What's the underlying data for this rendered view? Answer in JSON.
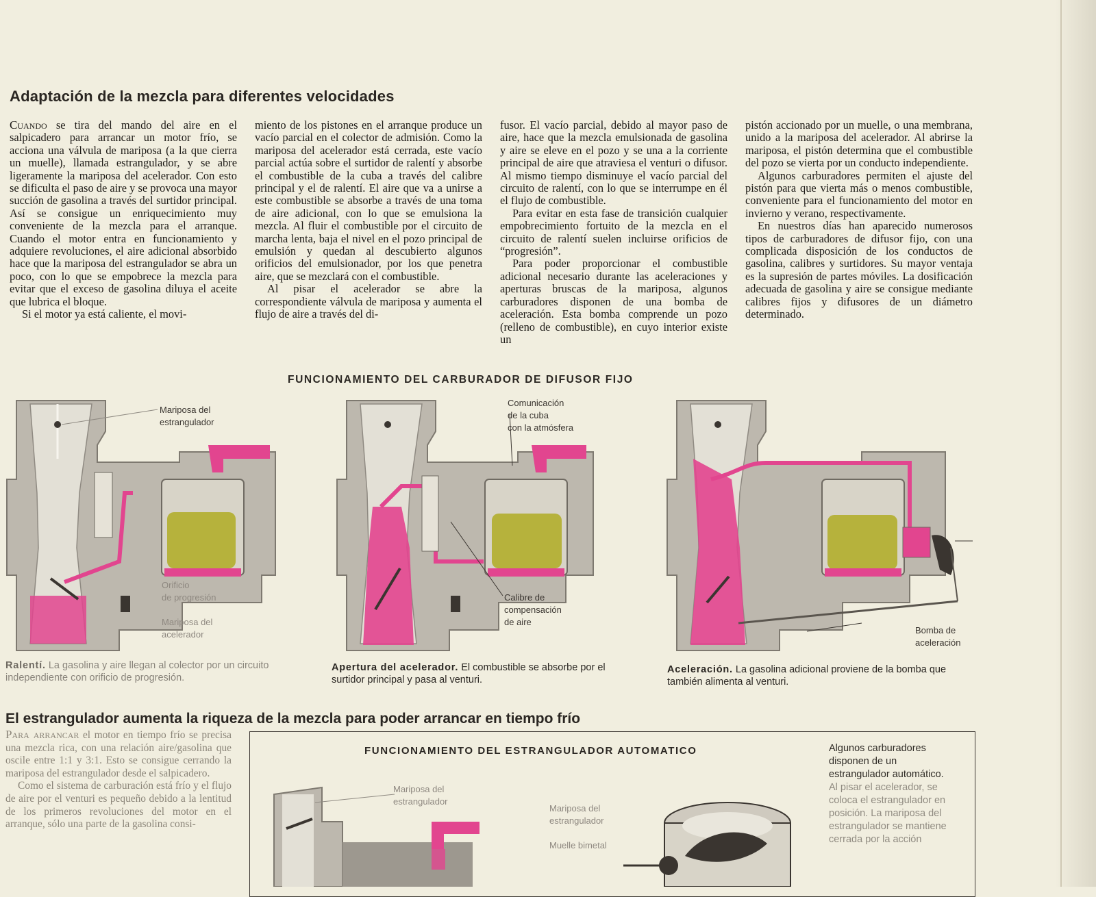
{
  "headings": {
    "main": "Adaptación de la mezcla para diferentes velocidades",
    "choke": "El estrangulador aumenta la riqueza de la mezcla para poder arrancar en tiempo frío"
  },
  "columns": {
    "col1": {
      "lead": "Cuando",
      "p1": "se tira del mando del aire en el salpicadero para arrancar un motor frío, se acciona una válvula de mariposa (a la que cierra un muelle), llamada estrangulador, y se abre ligeramente la mariposa del acelerador. Con esto se dificulta el paso de aire y se provoca una mayor succión de gasolina a través del surtidor principal. Así se consigue un enriquecimiento muy conveniente de la mezcla para el arranque. Cuando el motor entra en funcionamiento y adquiere revoluciones, el aire adicional absorbido hace que la mariposa del estrangulador se abra un poco, con lo que se empobrece la mezcla para evitar que el exceso de gasolina diluya el aceite que lubrica el bloque.",
      "p2": "Si el motor ya está caliente, el movi-"
    },
    "col2": {
      "p1": "miento de los pistones en el arranque produce un vacío parcial en el colector de admisión. Como la mariposa del acelerador está cerrada, este vacío parcial actúa sobre el surtidor de ralentí y absorbe el combustible de la cuba a través del calibre principal y el de ralentí. El aire que va a unirse a este combustible se absorbe a través de una toma de aire adicional, con lo que se emulsiona la mezcla. Al fluir el combustible por el circuito de marcha lenta, baja el nivel en el pozo principal de emulsión y quedan al descubierto algunos orificios del emulsionador, por los que penetra aire, que se mezclará con el combustible.",
      "p2": "Al pisar el acelerador se abre la correspondiente válvula de mariposa y aumenta el flujo de aire a través del di-"
    },
    "col3": {
      "p1": "fusor. El vacío parcial, debido al mayor paso de aire, hace que la mezcla emulsionada de gasolina y aire se eleve en el pozo y se una a la corriente principal de aire que atraviesa el venturi o difusor. Al mismo tiempo disminuye el vacío parcial del circuito de ralentí, con lo que se interrumpe en él el flujo de combustible.",
      "p2": "Para evitar en esta fase de transición cualquier empobrecimiento fortuito de la mezcla en el circuito de ralentí suelen incluirse orificios de “progresión”.",
      "p3": "Para poder proporcionar el combustible adicional necesario durante las aceleraciones y aperturas bruscas de la mariposa, algunos carburadores disponen de una bomba de aceleración. Esta bomba comprende un pozo (relleno de combustible), en cuyo interior existe un"
    },
    "col4": {
      "p1": "pistón accionado por un muelle, o una membrana, unido a la mariposa del acelerador. Al abrirse la mariposa, el pistón determina que el combustible del pozo se vierta por un conducto independiente.",
      "p2": "Algunos carburadores permiten el ajuste del pistón para que vierta más o menos combustible, conveniente para el funcionamiento del motor en invierno y verano, respectivamente.",
      "p3": "En nuestros días han aparecido numerosos tipos de carburadores de difusor fijo, con una complicada disposición de los conductos de gasolina, calibres y surtidores. Su mayor ventaja es la supresión de partes móviles. La dosificación adecuada de gasolina y aire se consigue mediante calibres fijos y difusores de un diámetro determinado."
    },
    "bottom": {
      "lead": "Para arrancar",
      "p1": "el motor en tiempo frío se precisa una mezcla rica, con una relación aire/gasolina que oscile entre 1:1 y 3:1. Esto se consigue cerrando la mariposa del estrangulador desde el salpicadero.",
      "p2": "Como el sistema de carburación está frío y el flujo de aire por el venturi es pequeño debido a la lentitud de los primeros revoluciones del motor en el arranque, sólo una parte de la gasolina consi-"
    }
  },
  "figure": {
    "title": "FUNCIONAMIENTO DEL CARBURADOR DE DIFUSOR FIJO",
    "labels": {
      "mariposa_estrangulador": "Mariposa del\nestrangulador",
      "orificio_progresion": "Orificio\nde progresión",
      "mariposa_acelerador": "Mariposa del\nacelerador",
      "comunicacion_cuba": "Comunicación\nde la cuba\ncon la atmósfera",
      "calibre_compensacion": "Calibre de\ncompensación\nde aire",
      "bomba_aceleracion": "Bomba de\naceleración"
    },
    "captions": {
      "ralenti_title": "Ralentí.",
      "ralenti_text": "La gasolina y aire llegan al colector por un circuito independiente con orificio de progresión.",
      "apertura_title": "Apertura del acelerador.",
      "apertura_text": "El combustible se absorbe por el surtidor principal y pasa al venturi.",
      "aceleracion_title": "Aceleración.",
      "aceleracion_text": "La gasolina adicional proviene de la bomba que también alimenta al venturi."
    }
  },
  "automatic": {
    "title": "FUNCIONAMIENTO DEL ESTRANGULADOR AUTOMATICO",
    "side_text_clear": "Algunos carburadores disponen de un estrangulador automático.",
    "side_text_faded": "Al pisar el acelerador, se coloca el estrangulador en posición. La mariposa del estrangulador se mantiene cerrada por la acción",
    "labels": {
      "mariposa_estrangulador": "Mariposa del\nestrangulador",
      "mariposa_estrangulador_2": "Mariposa del\nestrangulador",
      "muelle_bimetal": "Muelle bimetal"
    }
  },
  "colors": {
    "fuel": "#e2458f",
    "float": "#b6b23c",
    "metal": "#bdb8ae",
    "metal_dark": "#8f8a82",
    "paper": "#f1eedf"
  }
}
